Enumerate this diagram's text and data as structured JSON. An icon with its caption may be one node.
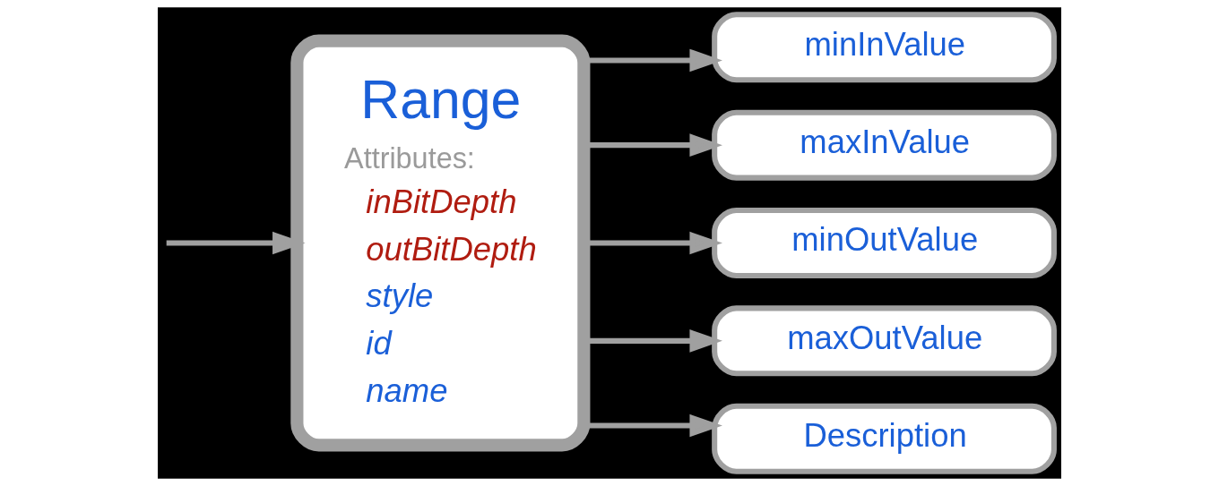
{
  "diagram": {
    "nodes": [
      {
        "text": [
          "Range",
          "Attributes:",
          "inBitDepth",
          "outBitDepth",
          "style",
          "id",
          "name"
        ]
      },
      {
        "text": [
          "minInValue"
        ]
      },
      {
        "text": [
          "maxInValue"
        ]
      },
      {
        "text": [
          "minOutValue"
        ]
      },
      {
        "text": [
          "maxOutValue"
        ]
      },
      {
        "text": [
          "Description"
        ]
      }
    ],
    "edges": [
      {
        "from": null,
        "to": 0,
        "arrow": "to"
      },
      {
        "from": 0,
        "to": 1,
        "arrow": "to"
      },
      {
        "from": 0,
        "to": 2,
        "arrow": "to"
      },
      {
        "from": 0,
        "to": 3,
        "arrow": "to"
      },
      {
        "from": 0,
        "to": 4,
        "arrow": "to"
      },
      {
        "from": 0,
        "to": 5,
        "arrow": "to"
      }
    ]
  }
}
